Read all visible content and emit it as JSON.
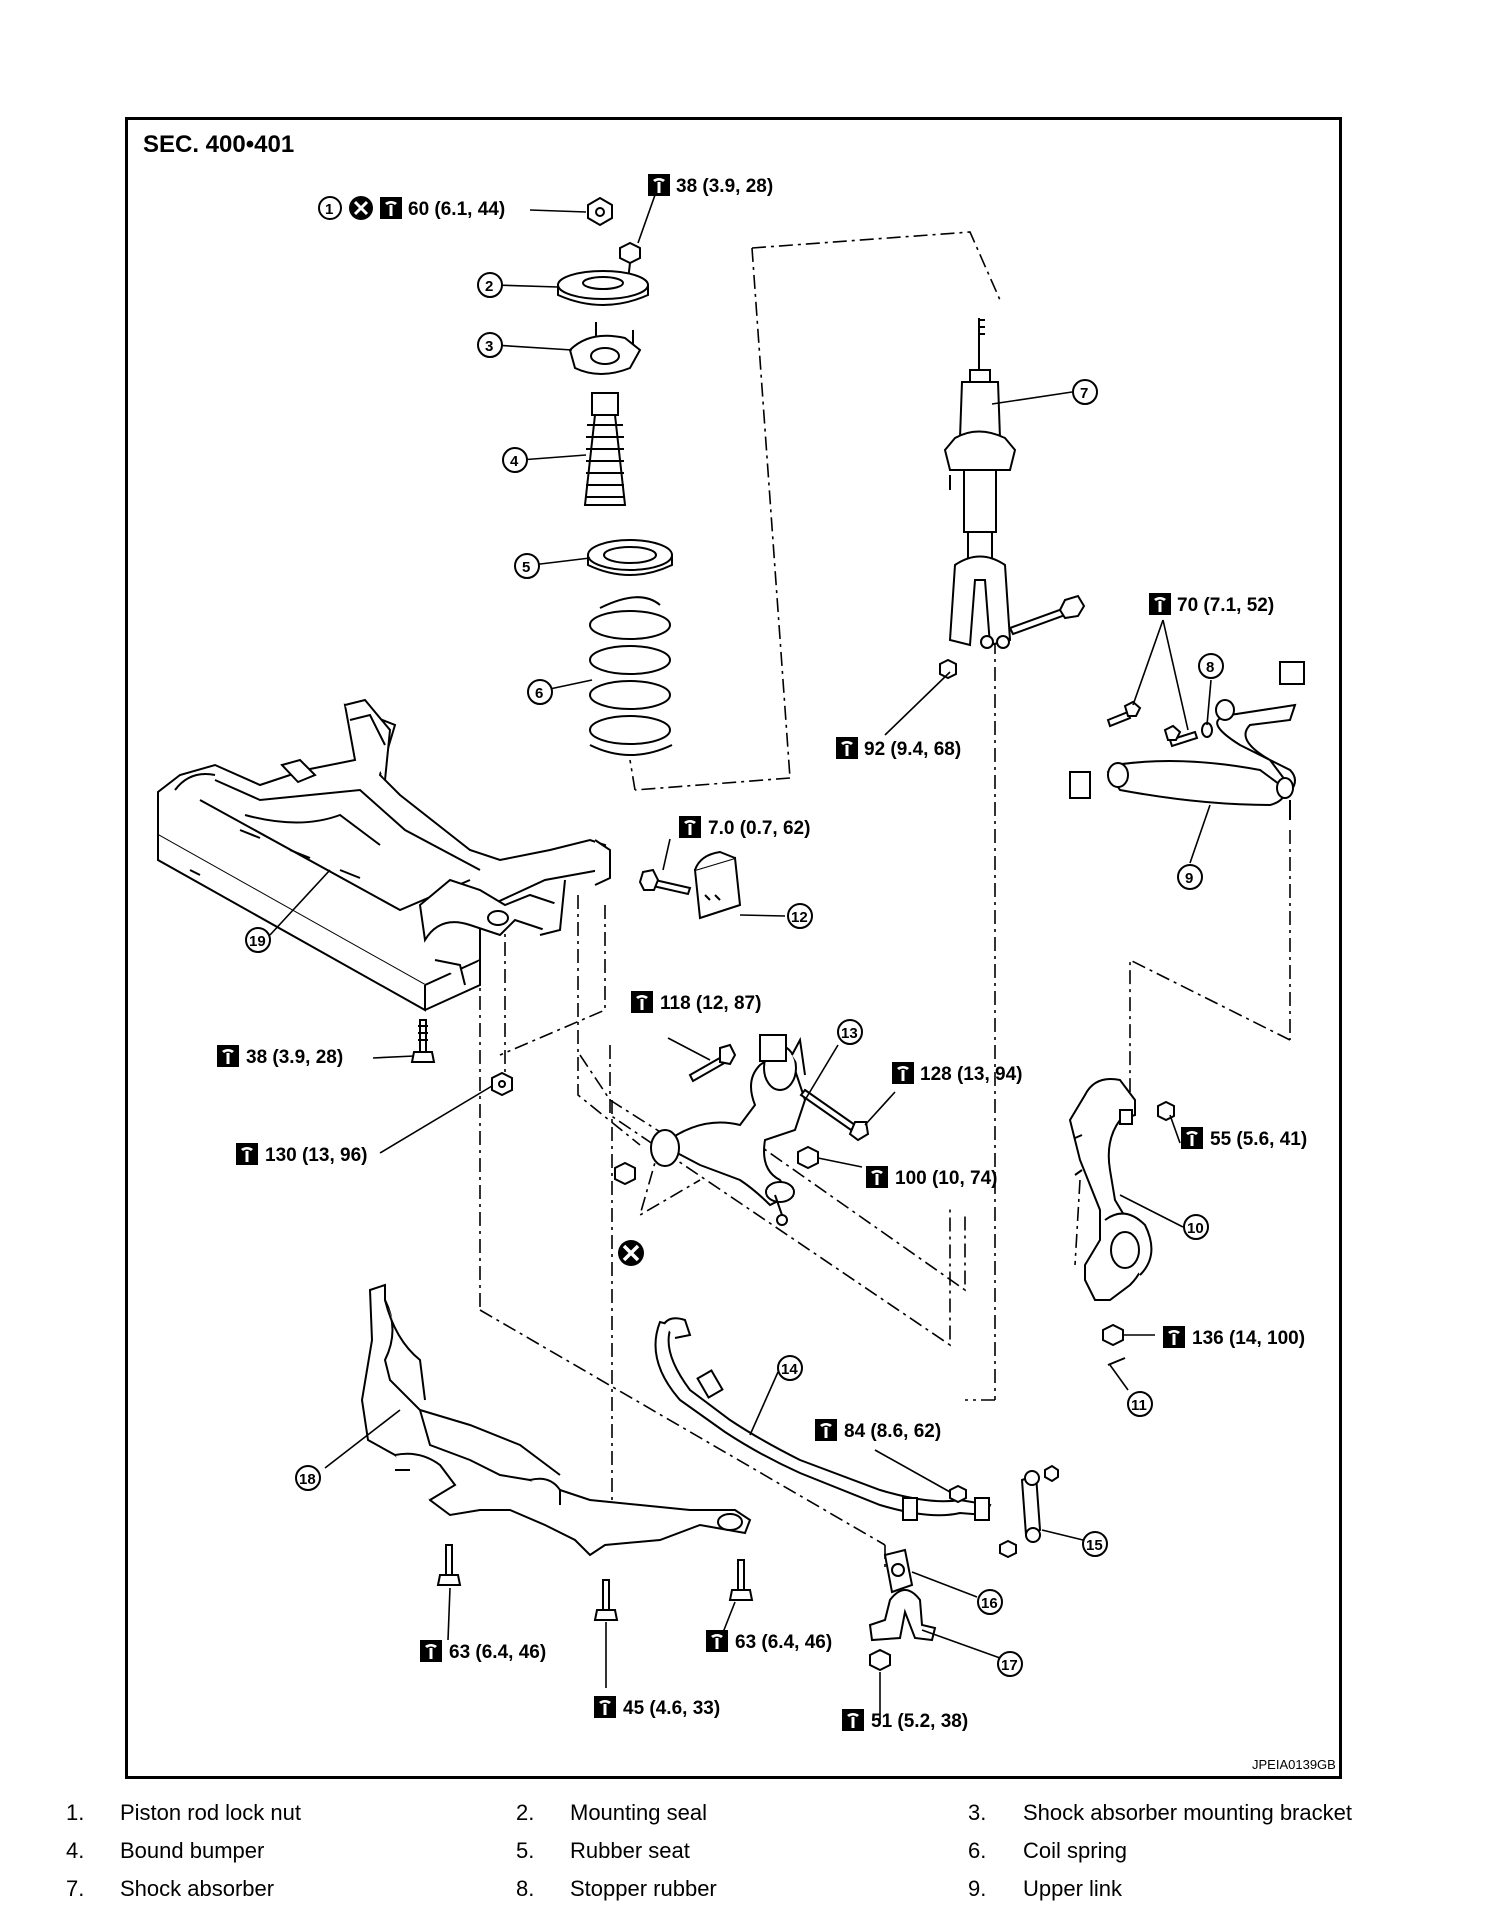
{
  "section": "SEC. 400•401",
  "image_code": "JPEIA0139GB",
  "torques": {
    "t60": "60 (6.1, 44)",
    "t38a": "38 (3.9, 28)",
    "t92": "92 (9.4, 68)",
    "t70": "70 (7.1, 52)",
    "t7": "7.0 (0.7, 62)",
    "t118": "118 (12, 87)",
    "t128": "128 (13, 94)",
    "t38b": "38 (3.9, 28)",
    "t55": "55 (5.6, 41)",
    "t130": "130 (13, 96)",
    "t100": "100 (10, 74)",
    "t136": "136 (14, 100)",
    "t84": "84 (8.6, 62)",
    "t63a": "63 (6.4, 46)",
    "t63b": "63 (6.4, 46)",
    "t45": "45 (4.6, 33)",
    "t51": "51 (5.2, 38)"
  },
  "callouts": [
    "1",
    "2",
    "3",
    "4",
    "5",
    "6",
    "7",
    "8",
    "9",
    "10",
    "11",
    "12",
    "13",
    "14",
    "15",
    "16",
    "17",
    "18",
    "19"
  ],
  "legend": [
    {
      "no": "1.",
      "text": "Piston rod lock nut"
    },
    {
      "no": "2.",
      "text": "Mounting seal"
    },
    {
      "no": "3.",
      "text": "Shock absorber mounting bracket"
    },
    {
      "no": "4.",
      "text": "Bound bumper"
    },
    {
      "no": "5.",
      "text": "Rubber seat"
    },
    {
      "no": "6.",
      "text": "Coil spring"
    },
    {
      "no": "7.",
      "text": "Shock absorber"
    },
    {
      "no": "8.",
      "text": "Stopper rubber"
    },
    {
      "no": "9.",
      "text": "Upper link"
    }
  ]
}
